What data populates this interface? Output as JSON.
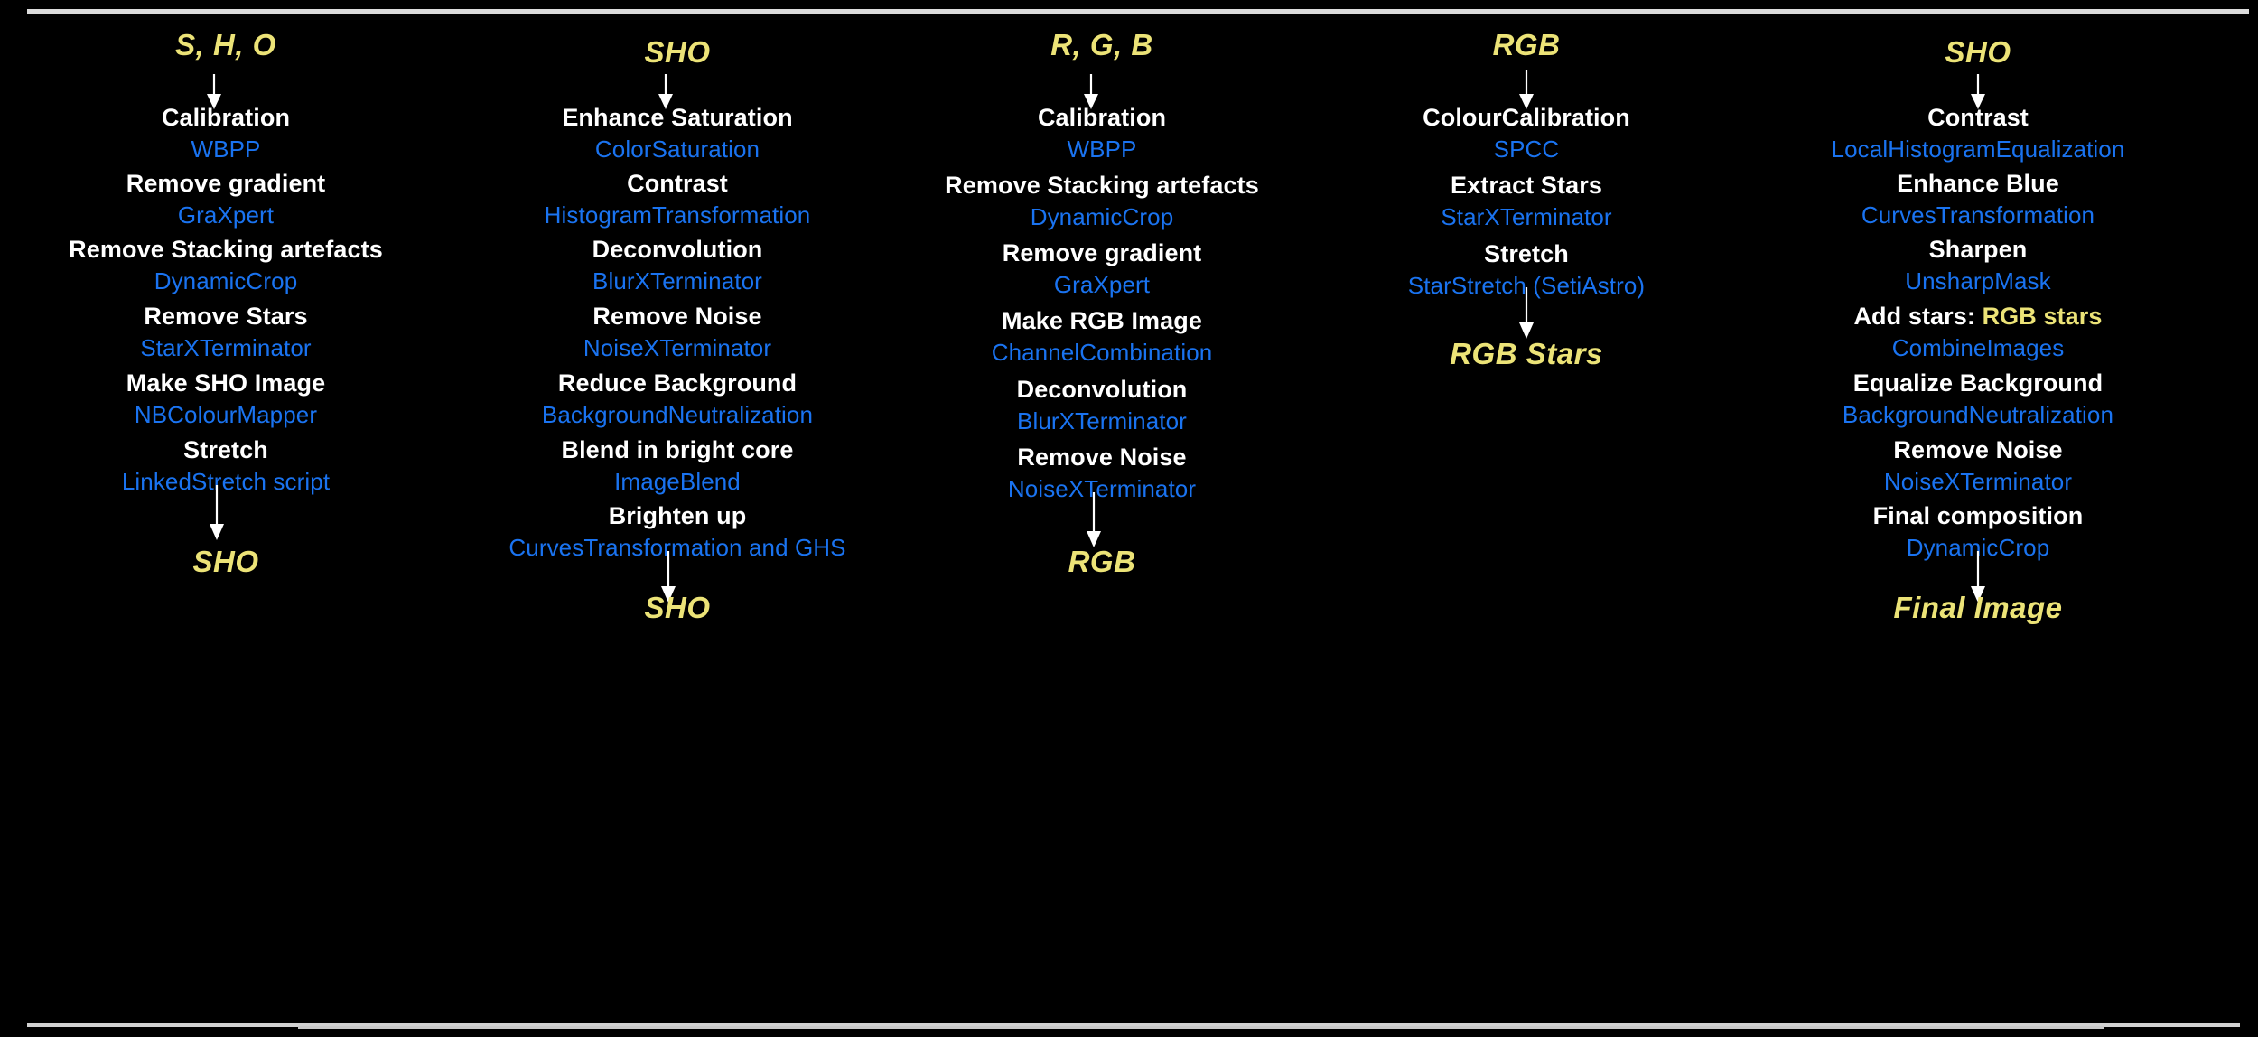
{
  "diagram": {
    "title": "Astrophotography processing workflow",
    "background_color": "#000000",
    "colors": {
      "header_yellow": "#ece377",
      "step_white": "#ffffff",
      "tool_blue": "#1a73f0",
      "arrow_white": "#ffffff",
      "rule_gray": "#dcdcdc"
    },
    "columns": [
      {
        "id": "col-sho-linear",
        "header": "S, H, O",
        "steps": [
          {
            "title": "Calibration",
            "tool": "WBPP"
          },
          {
            "title": "Remove gradient",
            "tool": "GraXpert"
          },
          {
            "title": "Remove Stacking artefacts",
            "tool": "DynamicCrop"
          },
          {
            "title": "Remove Stars",
            "tool": "StarXTerminator"
          },
          {
            "title": "Make SHO Image",
            "tool": "NBColourMapper"
          },
          {
            "title": "Stretch",
            "tool": "LinkedStretch script"
          }
        ],
        "terminal": "SHO"
      },
      {
        "id": "col-sho-nonlinear",
        "header": "SHO",
        "steps": [
          {
            "title": "Enhance Saturation",
            "tool": "ColorSaturation"
          },
          {
            "title": "Contrast",
            "tool": "HistogramTransformation"
          },
          {
            "title": "Deconvolution",
            "tool": "BlurXTerminator"
          },
          {
            "title": "Remove Noise",
            "tool": "NoiseXTerminator"
          },
          {
            "title": "Reduce Background",
            "tool": "BackgroundNeutralization"
          },
          {
            "title": "Blend in bright core",
            "tool": "ImageBlend"
          },
          {
            "title": "Brighten up",
            "tool": "CurvesTransformation and GHS"
          }
        ],
        "terminal": "SHO"
      },
      {
        "id": "col-rgb-linear",
        "header": "R, G, B",
        "steps": [
          {
            "title": "Calibration",
            "tool": "WBPP"
          },
          {
            "title": "Remove Stacking artefacts",
            "tool": "DynamicCrop"
          },
          {
            "title": "Remove gradient",
            "tool": "GraXpert"
          },
          {
            "title": "Make RGB Image",
            "tool": "ChannelCombination"
          },
          {
            "title": "Deconvolution",
            "tool": "BlurXTerminator"
          },
          {
            "title": "Remove Noise",
            "tool": "NoiseXTerminator"
          }
        ],
        "terminal": "RGB"
      },
      {
        "id": "col-rgb-stars",
        "header": "RGB",
        "steps": [
          {
            "title": "ColourCalibration",
            "tool": "SPCC"
          },
          {
            "title": "Extract Stars",
            "tool": "StarXTerminator"
          },
          {
            "title": "Stretch",
            "tool": "StarStretch (SetiAstro)"
          }
        ],
        "terminal": "RGB Stars"
      },
      {
        "id": "col-sho-final",
        "header": "SHO",
        "steps": [
          {
            "title": "Contrast",
            "tool": "LocalHistogramEqualization"
          },
          {
            "title": "Enhance Blue",
            "tool": "CurvesTransformation"
          },
          {
            "title": "Sharpen",
            "tool": "UnsharpMask"
          },
          {
            "title": "Add stars: ",
            "title_accent": "RGB stars",
            "tool": "CombineImages"
          },
          {
            "title": "Equalize Background",
            "tool": "BackgroundNeutralization"
          },
          {
            "title": "Remove Noise",
            "tool": "NoiseXTerminator"
          },
          {
            "title": "Final composition",
            "tool": "DynamicCrop"
          }
        ],
        "terminal": "Final Image"
      }
    ]
  }
}
